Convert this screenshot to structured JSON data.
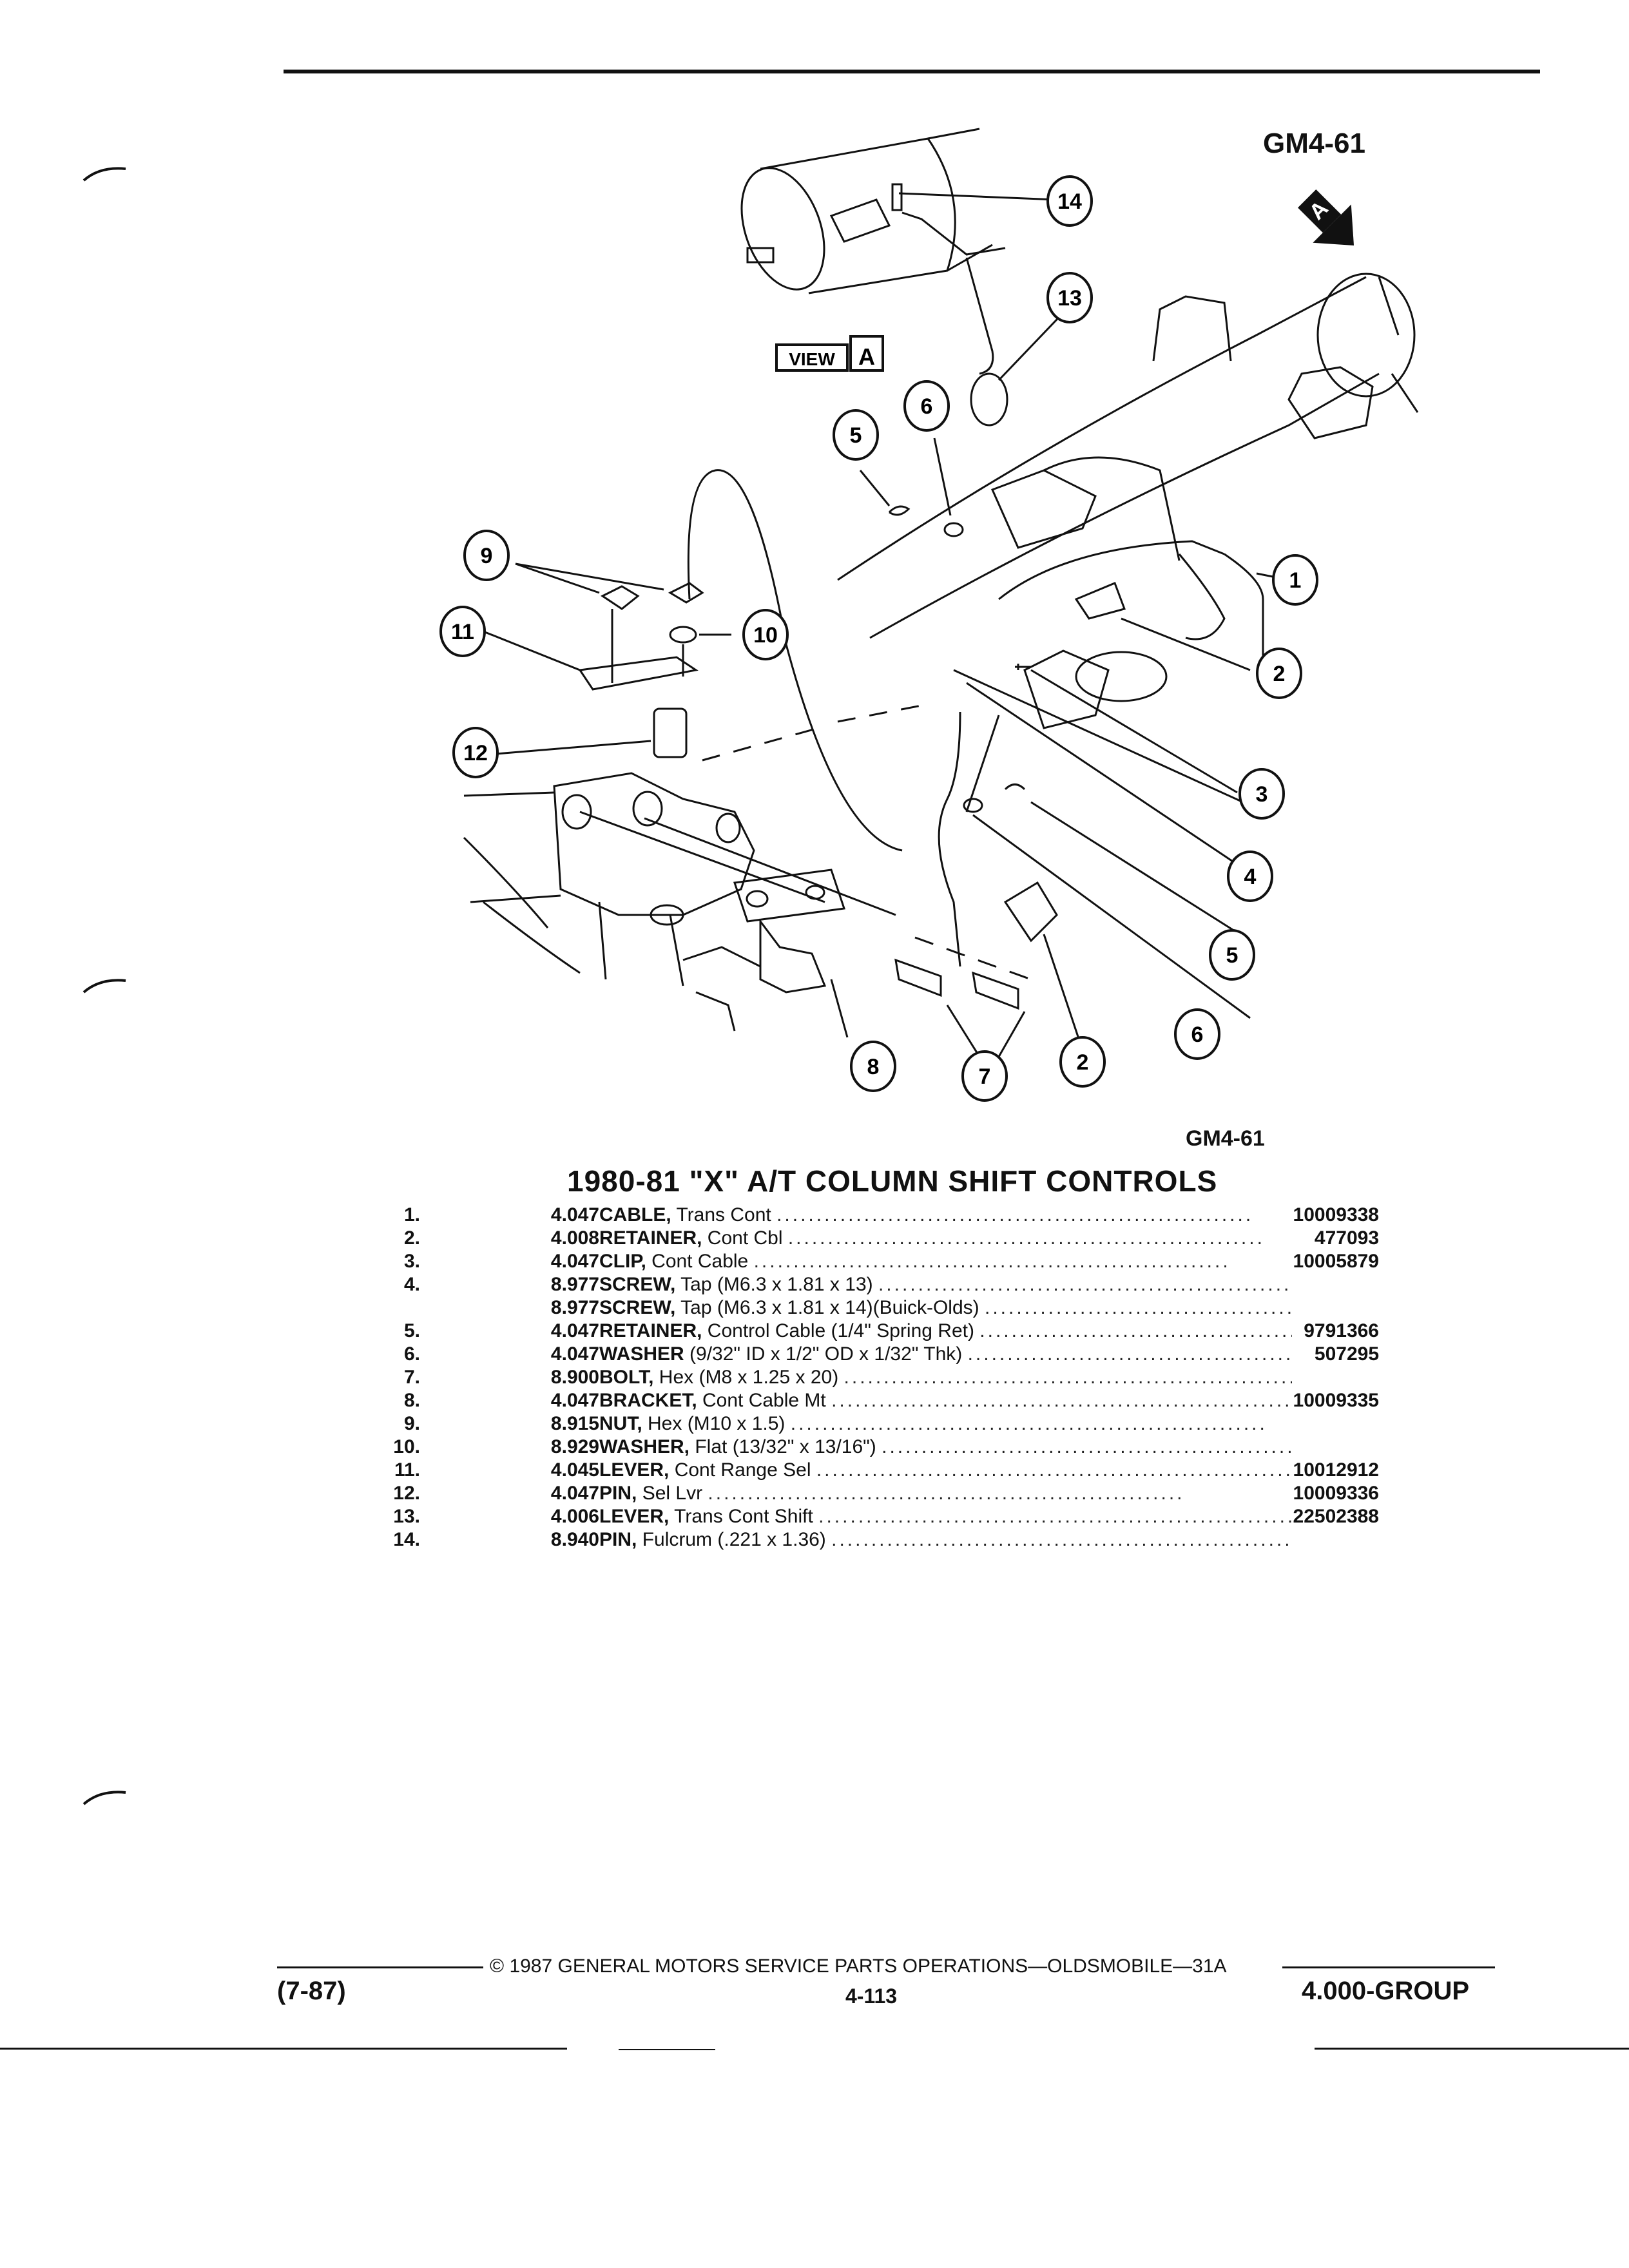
{
  "page": {
    "fig_code_top": "GM4-61",
    "fig_code_bottom": "GM4-61",
    "view_label": "VIEW",
    "view_letter": "A",
    "arrow_letter": "A"
  },
  "callouts": [
    "14",
    "13",
    "6",
    "5",
    "9",
    "11",
    "10",
    "12",
    "1",
    "2",
    "3",
    "4",
    "5",
    "6",
    "8",
    "7",
    "2"
  ],
  "title": "1980-81 \"X\" A/T COLUMN SHIFT CONTROLS",
  "parts": [
    {
      "num": "1.",
      "group": "4.047",
      "name": "CABLE,",
      "detail": "Trans Cont",
      "part_no": "10009338"
    },
    {
      "num": "2.",
      "group": "4.008",
      "name": "RETAINER,",
      "detail": "Cont Cbl",
      "part_no": "477093"
    },
    {
      "num": "3.",
      "group": "4.047",
      "name": "CLIP,",
      "detail": "Cont Cable",
      "part_no": "10005879"
    },
    {
      "num": "4.",
      "group": "8.977",
      "name": "SCREW,",
      "detail": "Tap (M6.3 x 1.81 x 13)",
      "part_no": ""
    },
    {
      "num": "",
      "group": "8.977",
      "name": "SCREW,",
      "detail": "Tap (M6.3 x 1.81 x 14)(Buick-Olds)",
      "part_no": ""
    },
    {
      "num": "5.",
      "group": "4.047",
      "name": "RETAINER,",
      "detail": "Control Cable (1/4\" Spring Ret)",
      "part_no": "9791366"
    },
    {
      "num": "6.",
      "group": "4.047",
      "name": "WASHER",
      "detail": "(9/32\" ID x 1/2\" OD x 1/32\" Thk)",
      "part_no": "507295"
    },
    {
      "num": "7.",
      "group": "8.900",
      "name": "BOLT,",
      "detail": "Hex (M8 x 1.25 x 20)",
      "part_no": ""
    },
    {
      "num": "8.",
      "group": "4.047",
      "name": "BRACKET,",
      "detail": "Cont Cable Mt",
      "part_no": "10009335"
    },
    {
      "num": "9.",
      "group": "8.915",
      "name": "NUT,",
      "detail": "Hex (M10 x 1.5)",
      "part_no": ""
    },
    {
      "num": "10.",
      "group": "8.929",
      "name": "WASHER,",
      "detail": "Flat (13/32\" x 13/16\")",
      "part_no": ""
    },
    {
      "num": "11.",
      "group": "4.045",
      "name": "LEVER,",
      "detail": "Cont Range Sel",
      "part_no": "10012912"
    },
    {
      "num": "12.",
      "group": "4.047",
      "name": "PIN,",
      "detail": "Sel Lvr",
      "part_no": "10009336"
    },
    {
      "num": "13.",
      "group": "4.006",
      "name": "LEVER,",
      "detail": "Trans Cont Shift",
      "part_no": "22502388"
    },
    {
      "num": "14.",
      "group": "8.940",
      "name": "PIN,",
      "detail": "Fulcrum (.221 x 1.36)",
      "part_no": ""
    }
  ],
  "footer": {
    "copyright": "© 1987 GENERAL MOTORS SERVICE PARTS OPERATIONS—OLDSMOBILE—31A",
    "date": "(7-87)",
    "page_number": "4-113",
    "group": "4.000-GROUP"
  }
}
